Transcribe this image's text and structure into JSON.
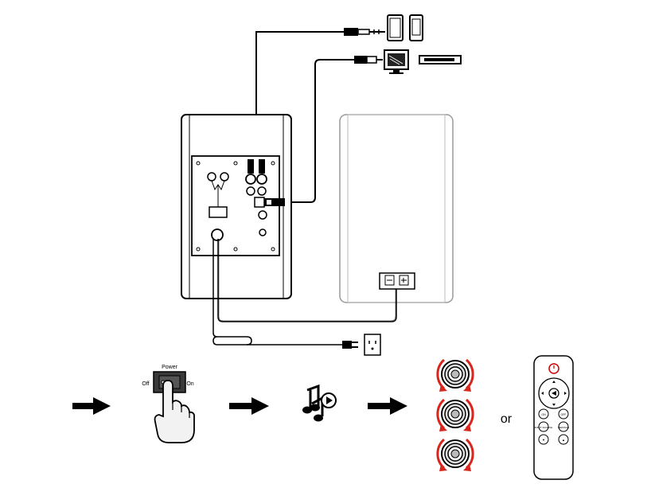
{
  "power_switch": {
    "title": "Power",
    "off_label": "Off",
    "on_label": "On"
  },
  "or_label": "or",
  "remote": {
    "button_labels": [
      "ON",
      "OFF",
      "INPUT\nSOURCE",
      "MEM/SUB",
      "▼",
      "▲"
    ]
  },
  "icons": [
    "tablet-icon",
    "phone-icon",
    "monitor-icon",
    "settop-box-icon",
    "music-play-icon",
    "volume-knob-icon",
    "remote-control-icon",
    "wall-outlet-icon"
  ]
}
